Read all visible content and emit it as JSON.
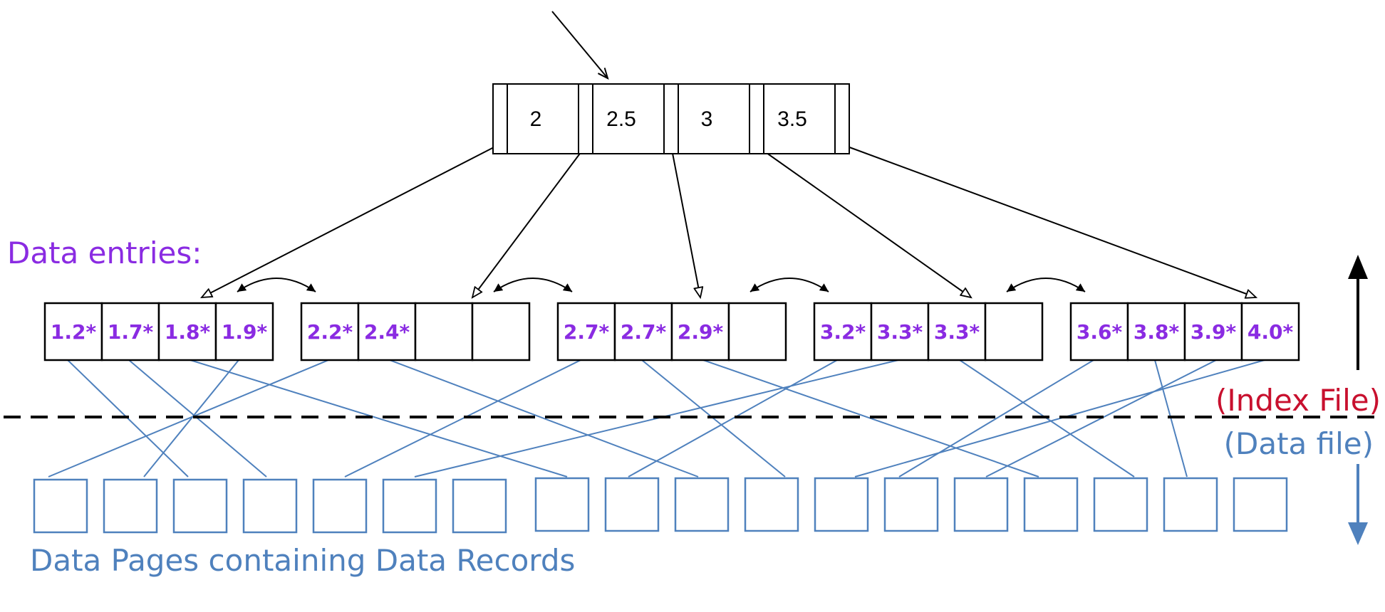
{
  "colors": {
    "entry": "#8a2be2",
    "data": "#4f81bd",
    "index_label": "#c8102e",
    "ink": "#000000"
  },
  "root": {
    "keys": [
      "2",
      "2.5",
      "3",
      "3.5"
    ]
  },
  "leaves": [
    {
      "entries": [
        "1.2*",
        "1.7*",
        "1.8*",
        "1.9*"
      ]
    },
    {
      "entries": [
        "2.2*",
        "2.4*",
        "",
        ""
      ]
    },
    {
      "entries": [
        "2.7*",
        "2.7*",
        "2.9*",
        ""
      ]
    },
    {
      "entries": [
        "3.2*",
        "3.3*",
        "3.3*",
        ""
      ]
    },
    {
      "entries": [
        "3.6*",
        "3.8*",
        "3.9*",
        "4.0*"
      ]
    }
  ],
  "data_pages": {
    "count": 18
  },
  "record_links": [
    {
      "leaf": 0,
      "slot": 0,
      "page": 2
    },
    {
      "leaf": 0,
      "slot": 1,
      "page": 3
    },
    {
      "leaf": 0,
      "slot": 2,
      "page": 7
    },
    {
      "leaf": 0,
      "slot": 3,
      "page": 1
    },
    {
      "leaf": 1,
      "slot": 0,
      "page": 0
    },
    {
      "leaf": 1,
      "slot": 1,
      "page": 9
    },
    {
      "leaf": 2,
      "slot": 0,
      "page": 4
    },
    {
      "leaf": 2,
      "slot": 1,
      "page": 10
    },
    {
      "leaf": 2,
      "slot": 2,
      "page": 14
    },
    {
      "leaf": 3,
      "slot": 0,
      "page": 8
    },
    {
      "leaf": 3,
      "slot": 1,
      "page": 5
    },
    {
      "leaf": 3,
      "slot": 2,
      "page": 15
    },
    {
      "leaf": 4,
      "slot": 0,
      "page": 12
    },
    {
      "leaf": 4,
      "slot": 1,
      "page": 16
    },
    {
      "leaf": 4,
      "slot": 2,
      "page": 13
    },
    {
      "leaf": 4,
      "slot": 3,
      "page": 11
    }
  ],
  "labels": {
    "data_entries": "Data entries:",
    "index_file": "(Index File)",
    "data_file": "(Data file)",
    "data_pages": "Data Pages containing Data Records"
  }
}
